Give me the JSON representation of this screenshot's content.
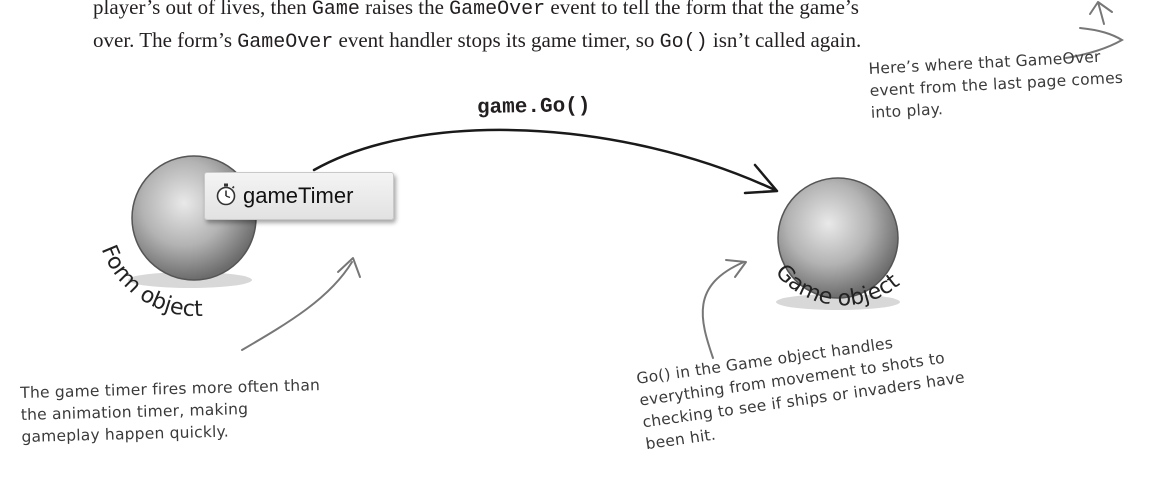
{
  "intro": {
    "line1_a": "player’s out of lives, then ",
    "line1_code1": "Game",
    "line1_b": " raises the ",
    "line1_code2": "GameOver",
    "line1_c": " event to tell the form that the game’s",
    "line2_a": "over. The form’s ",
    "line2_code1": "GameOver",
    "line2_b": " event handler stops its game timer, so ",
    "line2_code2": "Go()",
    "line2_c": " isn’t called again."
  },
  "diagram": {
    "call_label": "game.Go()",
    "timer_label": "gameTimer",
    "timer_icon": "stopwatch-icon",
    "form_label": "Form object",
    "game_label": "Game object"
  },
  "notes": {
    "gameover_note": "Here’s where that GameOver event from the last page comes into play.",
    "timer_note": "The game timer fires more often than the animation timer, making gameplay happen quickly.",
    "go_note": "Go() in the Game object handles everything from movement to shots to checking to see if ships or invaders have been hit."
  }
}
